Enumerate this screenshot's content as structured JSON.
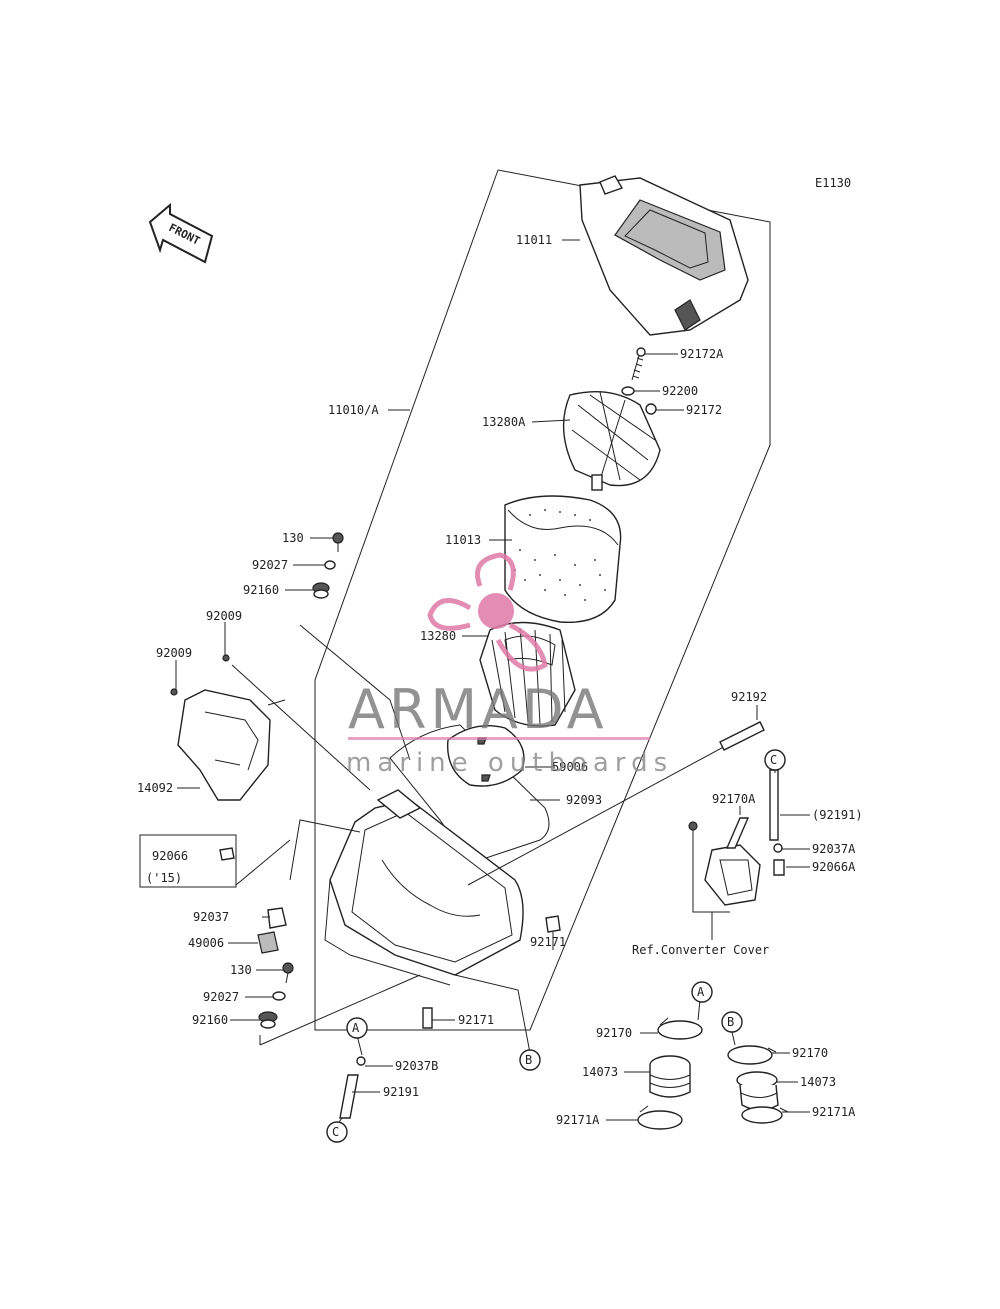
{
  "diagram": {
    "code": "E1130",
    "front_label": "FRONT",
    "ref_label": "Ref.Converter Cover",
    "callouts": [
      "A",
      "B",
      "C"
    ],
    "labels": [
      {
        "id": "11011",
        "text": "11011"
      },
      {
        "id": "92172A",
        "text": "92172A"
      },
      {
        "id": "92200",
        "text": "92200"
      },
      {
        "id": "92172",
        "text": "92172"
      },
      {
        "id": "11010A",
        "text": "11010/A"
      },
      {
        "id": "13280A",
        "text": "13280A"
      },
      {
        "id": "11013",
        "text": "11013"
      },
      {
        "id": "13280",
        "text": "13280"
      },
      {
        "id": "130a",
        "text": "130"
      },
      {
        "id": "92027a",
        "text": "92027"
      },
      {
        "id": "92160a",
        "text": "92160"
      },
      {
        "id": "92009a",
        "text": "92009"
      },
      {
        "id": "92009b",
        "text": "92009"
      },
      {
        "id": "14092",
        "text": "14092"
      },
      {
        "id": "59006",
        "text": "59006"
      },
      {
        "id": "92093",
        "text": "92093"
      },
      {
        "id": "92192",
        "text": "92192"
      },
      {
        "id": "92170A",
        "text": "92170A"
      },
      {
        "id": "92191p",
        "text": "(92191)"
      },
      {
        "id": "92037A",
        "text": "92037A"
      },
      {
        "id": "92066A",
        "text": "92066A"
      },
      {
        "id": "92066",
        "text": "92066"
      },
      {
        "id": "y15",
        "text": "('15)"
      },
      {
        "id": "92037",
        "text": "92037"
      },
      {
        "id": "49006",
        "text": "49006"
      },
      {
        "id": "130b",
        "text": "130"
      },
      {
        "id": "92027b",
        "text": "92027"
      },
      {
        "id": "92160b",
        "text": "92160"
      },
      {
        "id": "92171a",
        "text": "92171"
      },
      {
        "id": "92171b",
        "text": "92171"
      },
      {
        "id": "92037B",
        "text": "92037B"
      },
      {
        "id": "92191",
        "text": "92191"
      },
      {
        "id": "92170a",
        "text": "92170"
      },
      {
        "id": "92170b",
        "text": "92170"
      },
      {
        "id": "14073a",
        "text": "14073"
      },
      {
        "id": "14073b",
        "text": "14073"
      },
      {
        "id": "92171Aa",
        "text": "92171A"
      },
      {
        "id": "92171Ab",
        "text": "92171A"
      }
    ]
  },
  "watermark": {
    "title": "ARMADA",
    "subtitle": "marine outboards",
    "accent": "#e07aa8"
  }
}
